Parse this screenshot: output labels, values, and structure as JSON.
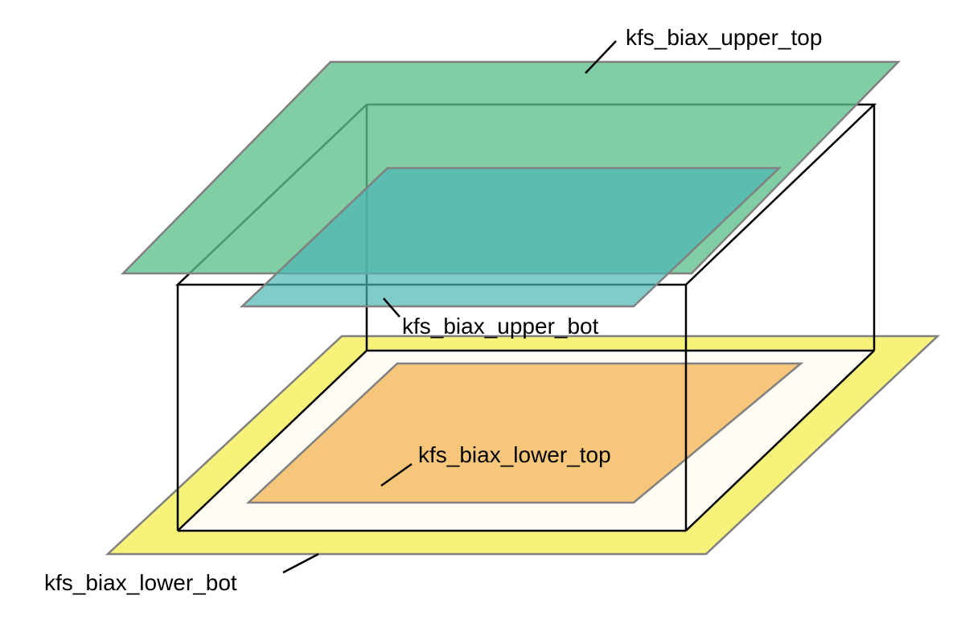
{
  "diagram": {
    "labels": {
      "upper_top": "kfs_biax_upper_top",
      "upper_bot": "kfs_biax_upper_bot",
      "lower_top": "kfs_biax_lower_top",
      "lower_bot": "kfs_biax_lower_bot"
    },
    "colors": {
      "upper_top_fill": "#5ebf8a",
      "upper_bot_fill": "#4cb5b5",
      "lower_top_fill": "#f6c67a",
      "lower_bot_fill": "#f7f27a",
      "box_floor_fill": "#fefcf4",
      "plane_edge": "#808080",
      "box_edge": "#000000"
    }
  }
}
